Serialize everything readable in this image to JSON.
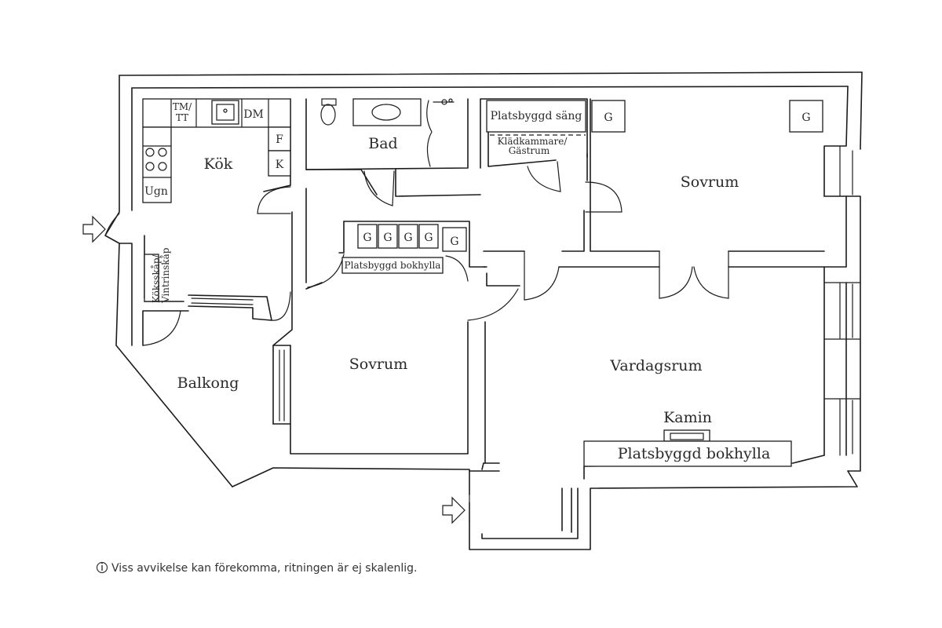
{
  "rooms": {
    "kok": "Kök",
    "bad": "Bad",
    "sovrum_1": "Sovrum",
    "sovrum_2": "Sovrum",
    "vardagsrum": "Vardagsrum",
    "balkong": "Balkong"
  },
  "fixtures": {
    "tm_tt": [
      "TM/",
      "TT"
    ],
    "dm": "DM",
    "f": "F",
    "k": "K",
    "ugn": "Ugn",
    "koksskap": [
      "Köksskåp/",
      "Vintrinskåp"
    ],
    "platsbyggd_sang": "Platsbyggd säng",
    "kladkammare": [
      "Klädkammare/",
      "Gästrum"
    ],
    "g": "G",
    "platsbyggd_bokhylla_small": "Platsbyggd bokhylla",
    "kamin": "Kamin",
    "platsbyggd_bokhylla_large": "Platsbyggd bokhylla"
  },
  "note": {
    "icon": "info-circle-icon",
    "text": "Viss avvikelse kan förekomma, ritningen är ej skalenlig."
  }
}
